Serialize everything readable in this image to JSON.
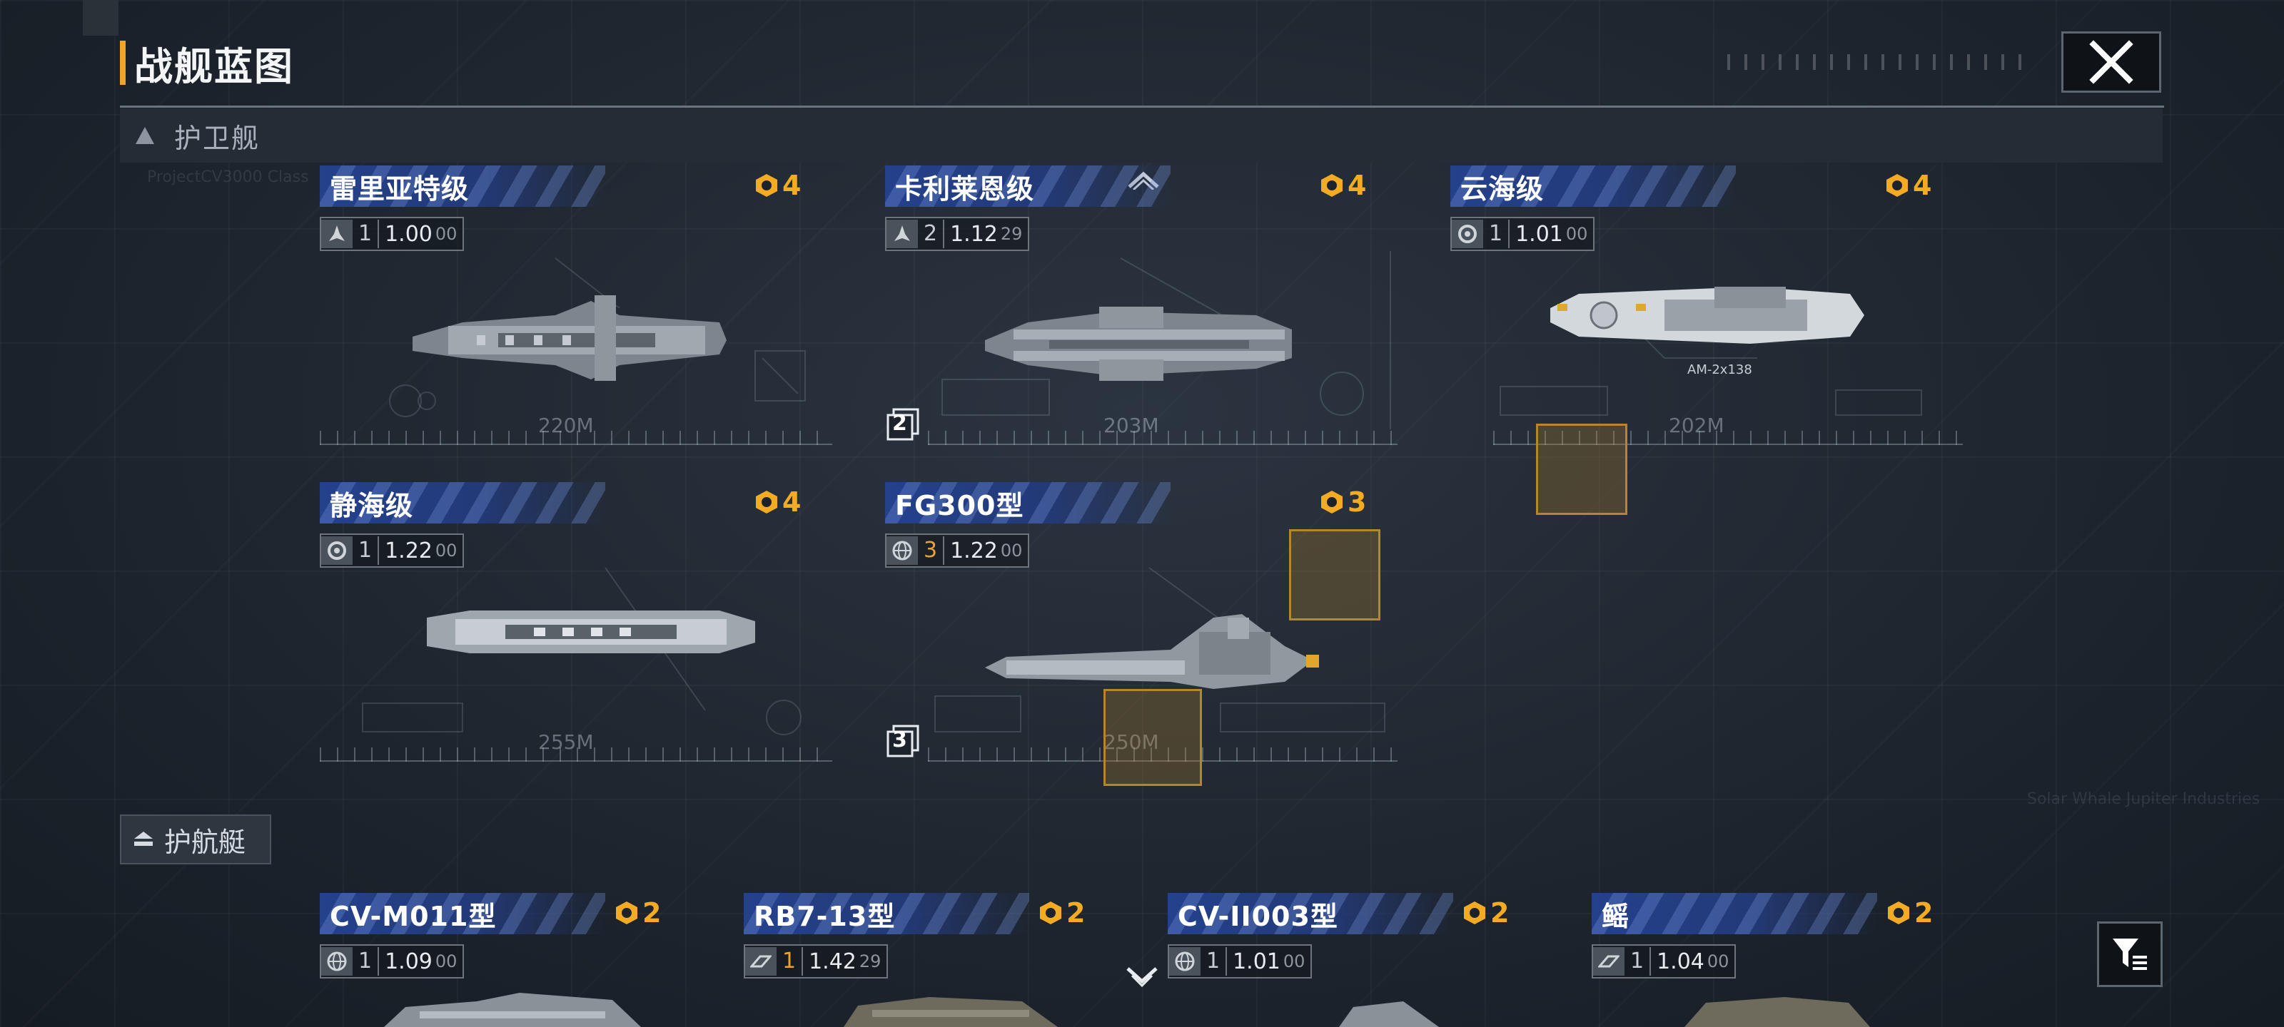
{
  "page": {
    "title": "战舰蓝图"
  },
  "sections": {
    "frigate": {
      "label": "护卫舰"
    },
    "escort": {
      "label": "护航艇"
    }
  },
  "ships_row1": [
    {
      "name": "雷里亚特级",
      "cost": "4",
      "count": "1",
      "v1": "1.00",
      "v2": "00",
      "length": "220M",
      "icon": "fighter-icon"
    },
    {
      "name": "卡利莱恩级",
      "cost": "4",
      "count": "2",
      "v1": "1.12",
      "v2": "29",
      "length": "203M",
      "icon": "fighter-icon",
      "slots": "2"
    },
    {
      "name": "云海级",
      "cost": "4",
      "count": "1",
      "v1": "1.01",
      "v2": "00",
      "length": "202M",
      "icon": "gear-icon",
      "label_small": "AM-2x138"
    }
  ],
  "ships_row2": [
    {
      "name": "静海级",
      "cost": "4",
      "count": "1",
      "v1": "1.22",
      "v2": "00",
      "length": "255M",
      "icon": "gear-icon"
    },
    {
      "name": "FG300型",
      "cost": "3",
      "count": "3",
      "v1": "1.22",
      "v2": "00",
      "length": "250M",
      "icon": "globe-icon",
      "slots": "3"
    }
  ],
  "ships_row3": [
    {
      "name": "CV-M011型",
      "cost": "2",
      "count": "1",
      "v1": "1.09",
      "v2": "00",
      "icon": "globe-icon"
    },
    {
      "name": "RB7-13型",
      "cost": "2",
      "count": "1",
      "v1": "1.42",
      "v2": "29",
      "icon": "rocket-icon"
    },
    {
      "name": "CV-II003型",
      "cost": "2",
      "count": "1",
      "v1": "1.01",
      "v2": "00",
      "icon": "globe-icon"
    },
    {
      "name": "鳐",
      "cost": "2",
      "count": "1",
      "v1": "1.04",
      "v2": "00",
      "icon": "rocket-icon"
    }
  ],
  "colors": {
    "accent": "#f0a428",
    "name_bar": "#24418c",
    "cost": "#f2ab22"
  }
}
